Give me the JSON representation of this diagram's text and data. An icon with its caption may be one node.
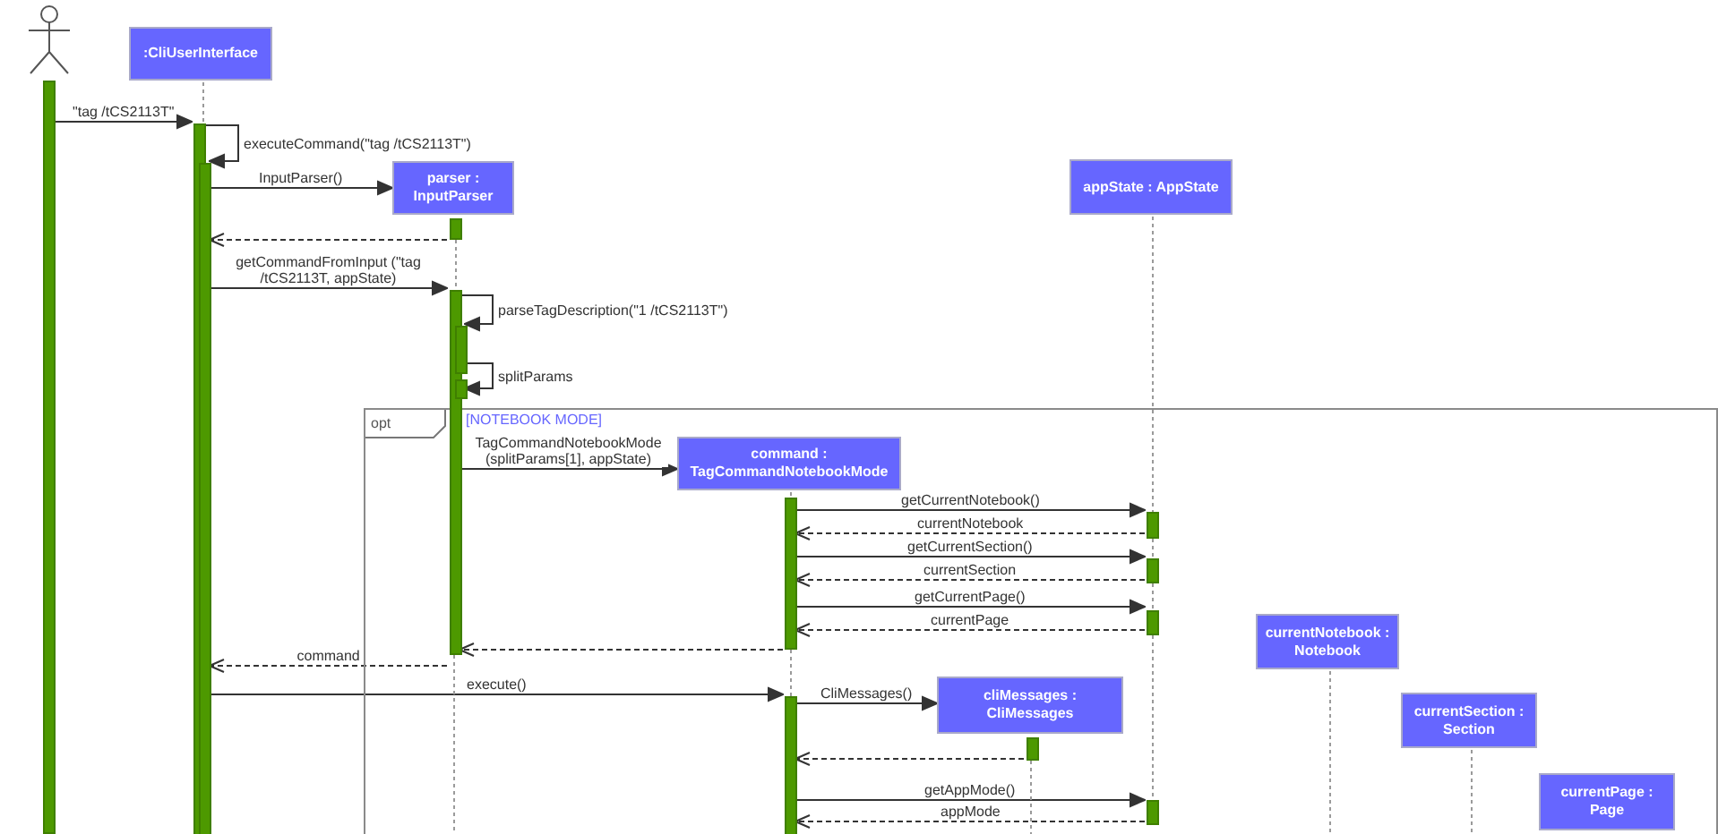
{
  "diagram": {
    "nodes": [
      {
        "text": [],
        "shape": "person"
      },
      {
        "text": [
          ":CliUserInterface"
        ]
      },
      {
        "text": [
          "parser : InputParser"
        ]
      },
      {
        "text": [
          "appState : AppState"
        ]
      },
      {
        "text": [
          "opt",
          "[NOTEBOOK MODE]"
        ]
      },
      {
        "text": [
          "command : TagCommandNotebookMode"
        ],
        "in": 4
      },
      {
        "text": [
          "currentNotebook : Notebook"
        ],
        "in": 4
      },
      {
        "text": [
          "cliMessages : CliMessages"
        ],
        "in": 4
      },
      {
        "text": [
          "currentSection : Section"
        ],
        "in": 4
      },
      {
        "text": [
          "currentPage : Page"
        ],
        "in": 4
      }
    ],
    "edges": [
      {
        "from": 0,
        "to": 1,
        "arrow": "to",
        "label": "\"tag /tCS2113T\""
      },
      {
        "from": 1,
        "to": 1,
        "arrow": "to",
        "label": "executeCommand(\"tag /tCS2113T\")"
      },
      {
        "from": 1,
        "to": 2,
        "arrow": "to",
        "label": "InputParser()"
      },
      {
        "from": 2,
        "to": 1,
        "arrow": "to",
        "style": "dashed"
      },
      {
        "from": 1,
        "to": 2,
        "arrow": "to",
        "label": "getCommandFromInput (\"tag /tCS2113T, appState)"
      },
      {
        "from": 2,
        "to": 2,
        "arrow": "to",
        "label": "parseTagDescription(\"1 /tCS2113T\")"
      },
      {
        "from": 2,
        "to": 2,
        "arrow": "to",
        "label": "splitParams"
      },
      {
        "from": 2,
        "to": 5,
        "arrow": "to",
        "label": "TagCommandNotebookMode (splitParams[1], appState)"
      },
      {
        "from": 5,
        "to": 3,
        "arrow": "to",
        "label": "getCurrentNotebook()"
      },
      {
        "from": 3,
        "to": 5,
        "arrow": "to",
        "label": "currentNotebook",
        "style": "dashed"
      },
      {
        "from": 5,
        "to": 3,
        "arrow": "to",
        "label": "getCurrentSection()"
      },
      {
        "from": 3,
        "to": 5,
        "arrow": "to",
        "label": "currentSection",
        "style": "dashed"
      },
      {
        "from": 5,
        "to": 3,
        "arrow": "to",
        "label": "getCurrentPage()"
      },
      {
        "from": 3,
        "to": 5,
        "arrow": "to",
        "label": "currentPage",
        "style": "dashed"
      },
      {
        "from": 5,
        "to": 2,
        "arrow": "to",
        "style": "dashed"
      },
      {
        "from": 2,
        "to": 1,
        "arrow": "to",
        "label": "command",
        "style": "dashed"
      },
      {
        "from": 1,
        "to": 5,
        "arrow": "to",
        "label": "execute()"
      },
      {
        "from": 5,
        "to": 7,
        "arrow": "to",
        "label": "CliMessages()"
      },
      {
        "from": 7,
        "to": 5,
        "arrow": "to",
        "style": "dashed"
      },
      {
        "from": 5,
        "to": 3,
        "arrow": "to",
        "label": "getAppMode()"
      },
      {
        "from": 3,
        "to": 5,
        "arrow": "to",
        "label": "appMode",
        "style": "dashed"
      }
    ]
  }
}
